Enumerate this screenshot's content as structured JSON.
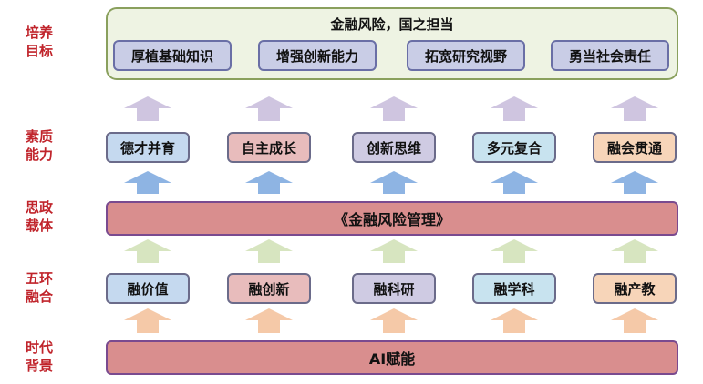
{
  "side_labels": [
    {
      "text": "培养\n目标"
    },
    {
      "text": "素质\n能力"
    },
    {
      "text": "思政\n载体"
    },
    {
      "text": "五环\n融合"
    },
    {
      "text": "时代\n背景"
    }
  ],
  "goals": {
    "title": "金融风险，国之担当",
    "items": [
      "厚植基础知识",
      "增强创新能力",
      "拓宽研究视野",
      "勇当社会责任"
    ]
  },
  "abilities": {
    "items": [
      {
        "label": "德才并育",
        "color": "#c5d9ef"
      },
      {
        "label": "自主成长",
        "color": "#e8bcbc"
      },
      {
        "label": "创新思维",
        "color": "#cfcbe3"
      },
      {
        "label": "多元复合",
        "color": "#c8e3ef"
      },
      {
        "label": "融会贯通",
        "color": "#f7d5b9"
      }
    ]
  },
  "carrier": {
    "label": "《金融风险管理》"
  },
  "fusion": {
    "items": [
      {
        "label": "融价值",
        "color": "#c5d9ef"
      },
      {
        "label": "融创新",
        "color": "#e8bcbc"
      },
      {
        "label": "融科研",
        "color": "#cfcbe3"
      },
      {
        "label": "融学科",
        "color": "#c8e3ef"
      },
      {
        "label": "融产教",
        "color": "#f7d5b9"
      }
    ]
  },
  "background": {
    "label": "AI赋能"
  },
  "arrow_colors": {
    "to_goals": "#cfc5e0",
    "to_abilities": "#8eb4e3",
    "to_carrier": "#d7e5c0",
    "to_fusion": "#f5c9a8"
  }
}
